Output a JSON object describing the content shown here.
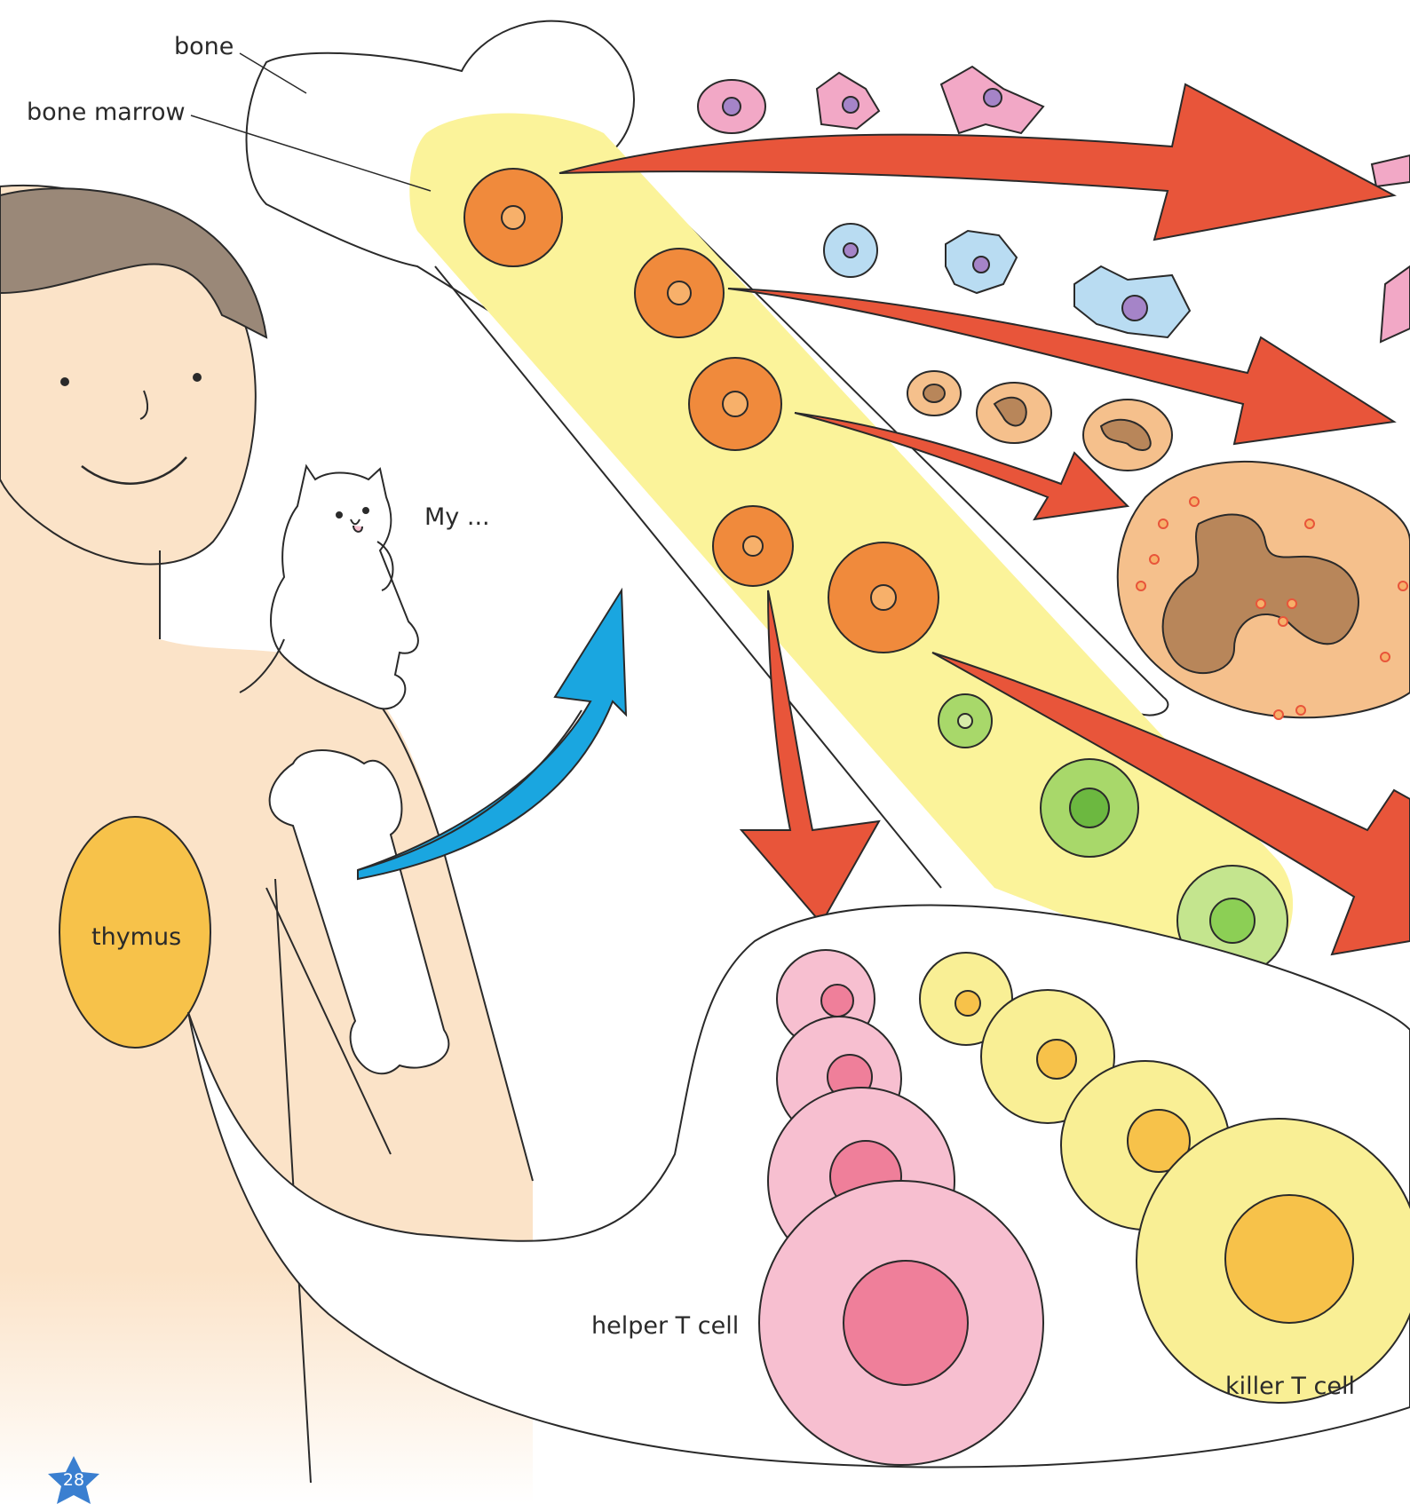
{
  "labels": {
    "bone": "bone",
    "bone_marrow": "bone marrow",
    "my": "My ...",
    "thymus": "thymus",
    "helper_t_cell": "helper T cell",
    "killer_t_cell": "killer T cell"
  },
  "page_number": "28",
  "colors": {
    "skin": "#fbe3c8",
    "hair": "#9a8878",
    "marrow": "#fbf39a",
    "stem_cell": "#f08a3c",
    "arrow_red": "#e8553a",
    "arrow_blue": "#1aa6e0",
    "thymus": "#f7c24a",
    "helper_cell": "#f7bfd0",
    "killer_cell": "#f9ef95",
    "star": "#3a7fd0"
  }
}
